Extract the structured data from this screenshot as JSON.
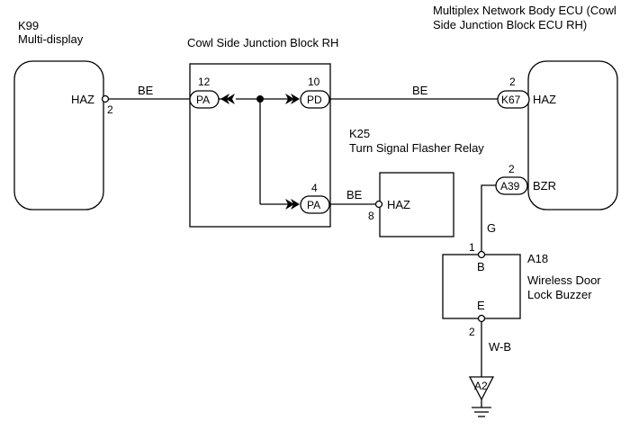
{
  "components": {
    "multi_display": {
      "code": "K99",
      "name": "Multi-display",
      "pin_label": "HAZ",
      "pin_num": "2"
    },
    "junction_block": {
      "name": "Cowl Side Junction Block RH",
      "conn_pa_left": {
        "pin": "12",
        "code": "PA"
      },
      "conn_pd": {
        "pin": "10",
        "code": "PD"
      },
      "conn_pa_bottom": {
        "pin": "4",
        "code": "PA"
      }
    },
    "body_ecu": {
      "name_line1": "Multiplex Network Body ECU (Cowl",
      "name_line2": "Side Junction Block ECU RH)",
      "conn_k67": {
        "pin": "2",
        "code": "K67",
        "label": "HAZ"
      },
      "conn_a39": {
        "pin": "2",
        "code": "A39",
        "label": "BZR"
      }
    },
    "flasher_relay": {
      "code": "K25",
      "name": "Turn Signal Flasher Relay",
      "pin_label": "HAZ",
      "pin_num": "8"
    },
    "buzzer": {
      "code": "A18",
      "name_line1": "Wireless Door",
      "name_line2": "Lock Buzzer",
      "pin_b_num": "1",
      "pin_b_label": "B",
      "pin_e_label": "E",
      "pin_e_num": "2"
    },
    "ground": {
      "code": "A2"
    }
  },
  "wires": {
    "display_to_jb": "BE",
    "jb_to_ecu": "BE",
    "jb_to_relay": "BE",
    "ecu_to_buzzer": "G",
    "buzzer_to_ground": "W-B"
  }
}
